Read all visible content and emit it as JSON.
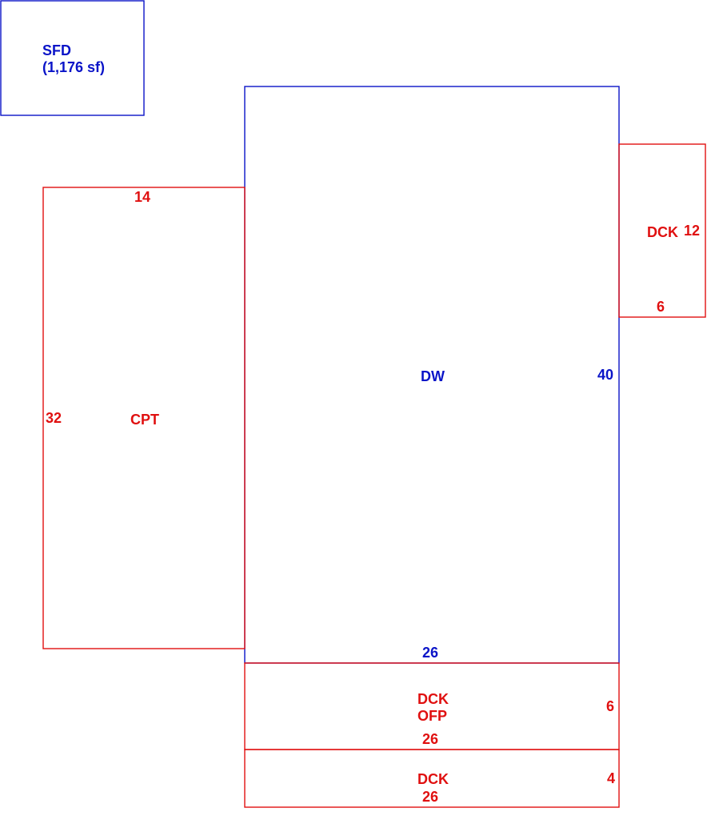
{
  "legend": {
    "title": "SFD",
    "area": "(1,176 sf)"
  },
  "areas": {
    "dw": {
      "label": "DW",
      "width": "26",
      "depth": "40"
    },
    "cpt": {
      "label": "CPT",
      "width": "14",
      "depth": "32"
    },
    "dck_right": {
      "label": "DCK",
      "width": "6",
      "depth": "12"
    },
    "dck_ofp": {
      "label_1": "DCK",
      "label_2": "OFP",
      "width": "26",
      "depth": "6"
    },
    "dck_bottom": {
      "label": "DCK",
      "width": "26",
      "depth": "4"
    }
  },
  "colors": {
    "main_outline": "#0a14c8",
    "addition_outline": "#e01010"
  }
}
